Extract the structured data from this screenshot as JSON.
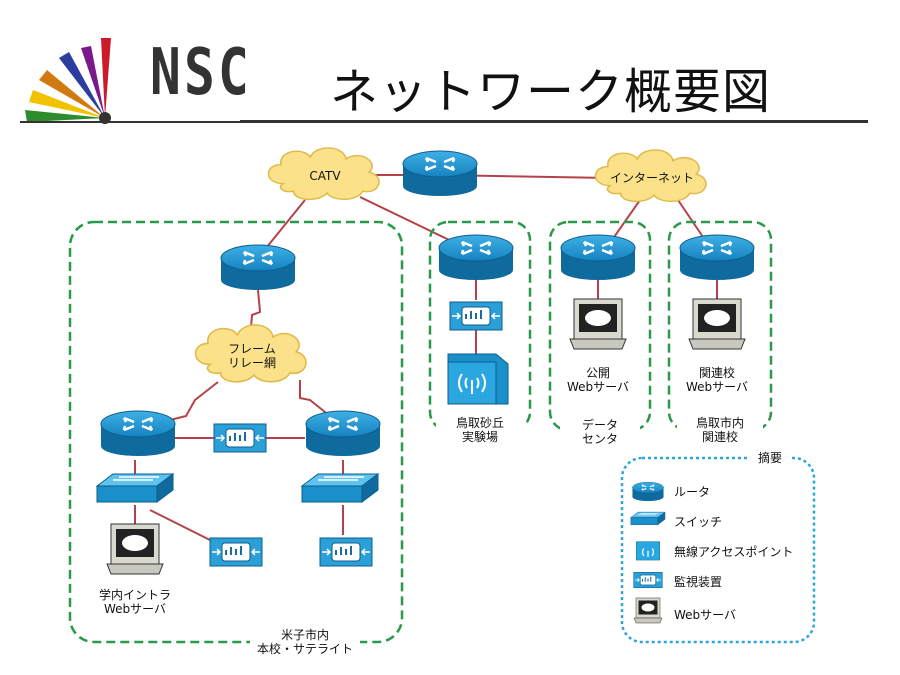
{
  "header": {
    "title": "ネットワーク概要図",
    "logo_text": "NSC"
  },
  "clouds": {
    "catv": "CATV",
    "internet": "インターネット",
    "frame_relay": [
      "フレーム",
      "リレー網"
    ]
  },
  "groups": {
    "main": [
      "米子市内",
      "本校・サテライト"
    ],
    "tottori_lab": [
      "鳥取砂丘",
      "実験場"
    ],
    "data_center": [
      "データ",
      "センタ"
    ],
    "tottori_affiliate": [
      "鳥取市内",
      "関連校"
    ]
  },
  "servers": {
    "intranet": [
      "学内イントラ",
      "Webサーバ"
    ],
    "public": [
      "公開",
      "Webサーバ"
    ],
    "affiliate": [
      "関連校",
      "Webサーバ"
    ]
  },
  "legend": {
    "title": "摘要",
    "items": [
      {
        "icon": "router-icon",
        "label": "ルータ"
      },
      {
        "icon": "switch-icon",
        "label": "スイッチ"
      },
      {
        "icon": "wireless-ap-icon",
        "label": "無線アクセスポイント"
      },
      {
        "icon": "monitor-device-icon",
        "label": "監視装置"
      },
      {
        "icon": "web-server-icon",
        "label": "Webサーバ"
      }
    ]
  },
  "colors": {
    "device_blue": "#1b8fc9",
    "device_dark": "#0f6a9e",
    "link_red": "#b5424a",
    "group_green": "#2a9a4a",
    "legend_blue": "#2aa6d8",
    "cloud_fill": "#fbe28a"
  }
}
